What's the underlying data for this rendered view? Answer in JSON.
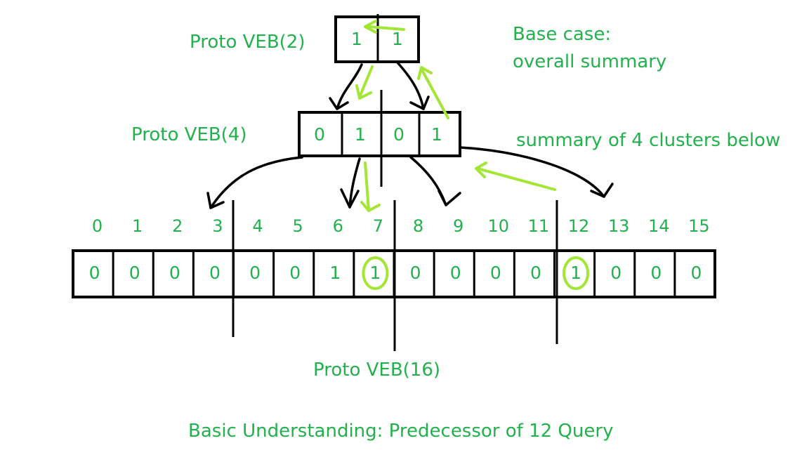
{
  "labels": {
    "proto_veb_2": "Proto VEB(2)",
    "proto_veb_4": "Proto VEB(4)",
    "proto_veb_16": "Proto VEB(16)",
    "base_case_line1": "Base case:",
    "base_case_line2": "overall summary",
    "summary_note": "summary of 4 clusters below",
    "caption": "Basic Understanding: Predecessor of 12 Query"
  },
  "veb2_bits": [
    "1",
    "1"
  ],
  "veb4_bits": [
    "0",
    "1",
    "0",
    "1"
  ],
  "indices": [
    "0",
    "1",
    "2",
    "3",
    "4",
    "5",
    "6",
    "7",
    "8",
    "9",
    "10",
    "11",
    "12",
    "13",
    "14",
    "15"
  ],
  "veb16_bits": [
    "0",
    "0",
    "0",
    "0",
    "0",
    "0",
    "1",
    "1",
    "0",
    "0",
    "0",
    "0",
    "1",
    "0",
    "0",
    "0"
  ],
  "circled_indices": [
    7,
    12
  ],
  "colors": {
    "text": "#22b14c",
    "highlight": "#a3e635",
    "ink": "#000000"
  }
}
